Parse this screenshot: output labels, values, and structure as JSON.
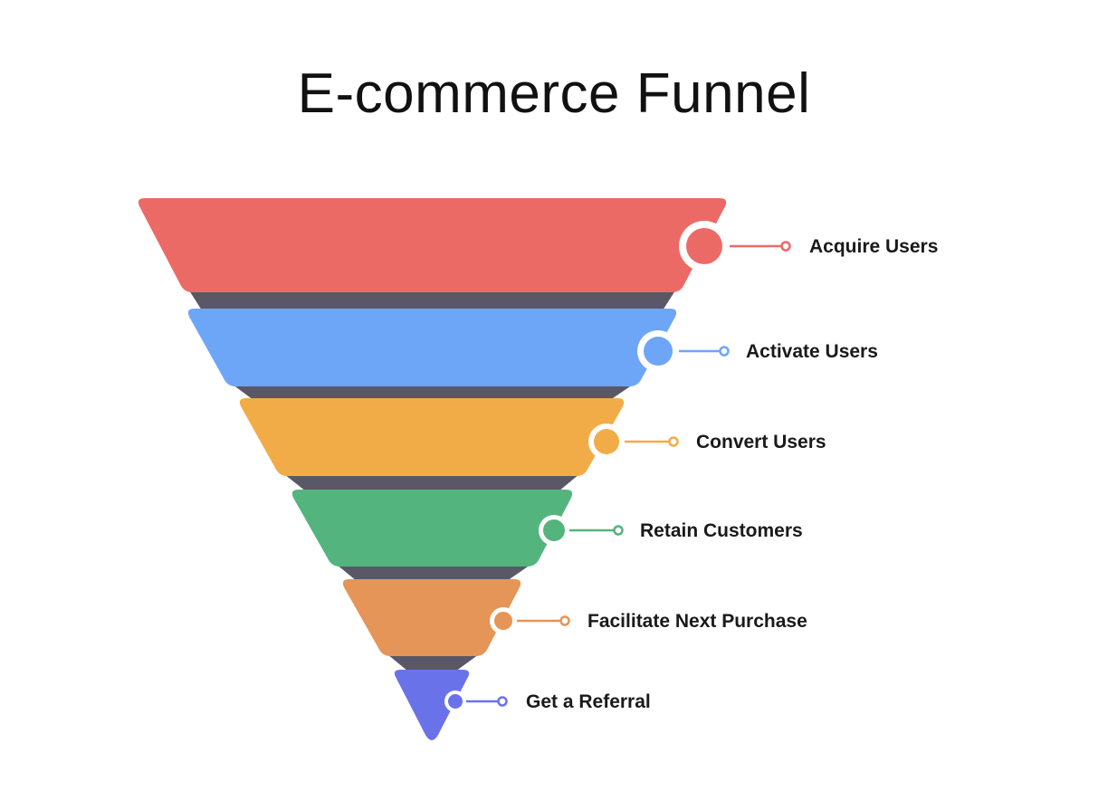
{
  "title": "E-commerce Funnel",
  "shadow_color": "#5a5866",
  "stages": [
    {
      "label": "Acquire Users",
      "color": "#ec6a66"
    },
    {
      "label": "Activate Users",
      "color": "#6ea6f7"
    },
    {
      "label": "Convert Users",
      "color": "#f2ac47"
    },
    {
      "label": "Retain Customers",
      "color": "#53b57d"
    },
    {
      "label": "Facilitate Next Purchase",
      "color": "#e59557"
    },
    {
      "label": "Get a Referral",
      "color": "#6a72ea"
    }
  ]
}
